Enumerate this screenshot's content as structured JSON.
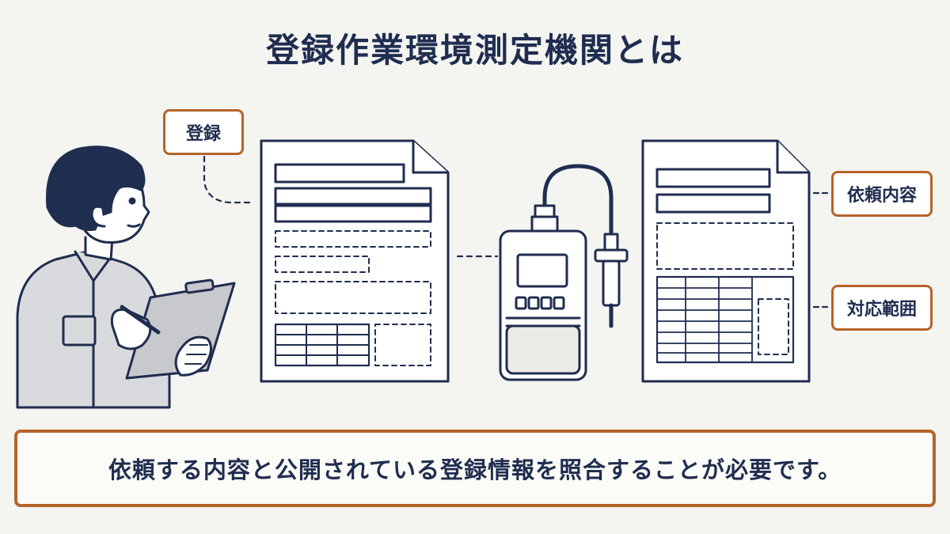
{
  "title": "登録作業環境測定機関とは",
  "labels": {
    "register": "登録",
    "request_content": "依頼内容",
    "scope": "対応範囲"
  },
  "bottom_message": "依頼する内容と公開されている登録情報を照合することが必要です。",
  "colors": {
    "navy": "#1f2d4f",
    "accent": "#b5642a",
    "background": "#f4f4f1"
  },
  "icons": [
    "worker-with-clipboard-icon",
    "registration-document-icon",
    "measuring-device-icon",
    "request-document-icon"
  ]
}
